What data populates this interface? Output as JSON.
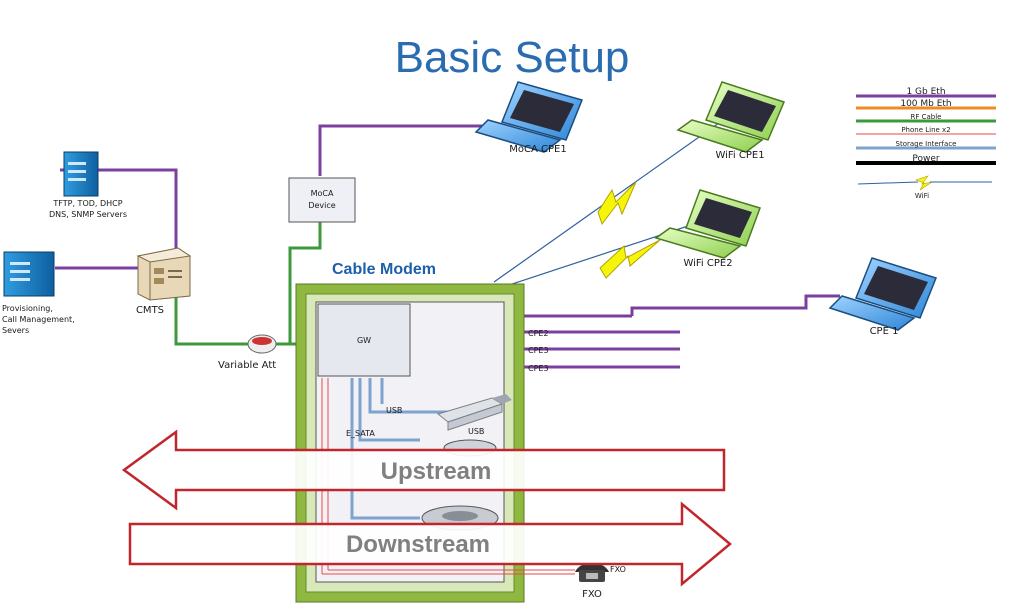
{
  "title": "Basic Setup",
  "colors": {
    "eth_1g": "#7b3fa0",
    "eth_100m": "#f08a24",
    "rf": "#3c9a3c",
    "phone": "#e64a4a",
    "storage": "#7fa3cf",
    "power": "#000000",
    "title_blue": "#2b6cb0",
    "arrow_red": "#c0262c",
    "modem_frame": "#9bc04a"
  },
  "legend": {
    "items": [
      {
        "label": "1 Gb Eth",
        "color": "#7b3fa0"
      },
      {
        "label": "100 Mb Eth",
        "color": "#f08a24"
      },
      {
        "label": "RF Cable",
        "color": "#3c9a3c"
      },
      {
        "label": "Phone Line x2",
        "color": "#e64a4a"
      },
      {
        "label": "Storage Interface",
        "color": "#7fa3cf"
      },
      {
        "label": "Power",
        "color": "#000000"
      }
    ],
    "wifi_label": "WiFi"
  },
  "servers": {
    "tftp": {
      "line1": "TFTP, TOD, DHCP",
      "line2": "DNS, SNMP Servers",
      "icon": "server-icon"
    },
    "prov": {
      "line1": "Provisioning,",
      "line2": "Call Management,",
      "line3": "Severs",
      "icon": "server-icon"
    }
  },
  "cmts": {
    "label": "CMTS",
    "icon": "cmts-icon"
  },
  "attenuator": {
    "label": "Variable Att",
    "icon": "attenuator-icon"
  },
  "moca_device": {
    "line1": "MoCA",
    "line2": "Device"
  },
  "laptops": {
    "moca_cpe1": "MoCA CPE1",
    "wifi_cpe1": "WiFi CPE1",
    "wifi_cpe2": "WiFi CPE2",
    "cpe1": "CPE 1"
  },
  "cable_modem": {
    "label": "Cable Modem",
    "gw": "GW",
    "ports": [
      "CPE2",
      "CPE3",
      "CPE3"
    ],
    "usb": "USB",
    "usb_device": "USB",
    "esata": "E_SATA",
    "fxo_port": "FXO",
    "fxo_phone": "FXO"
  },
  "arrows": {
    "upstream": "Upstream",
    "downstream": "Downstream"
  }
}
